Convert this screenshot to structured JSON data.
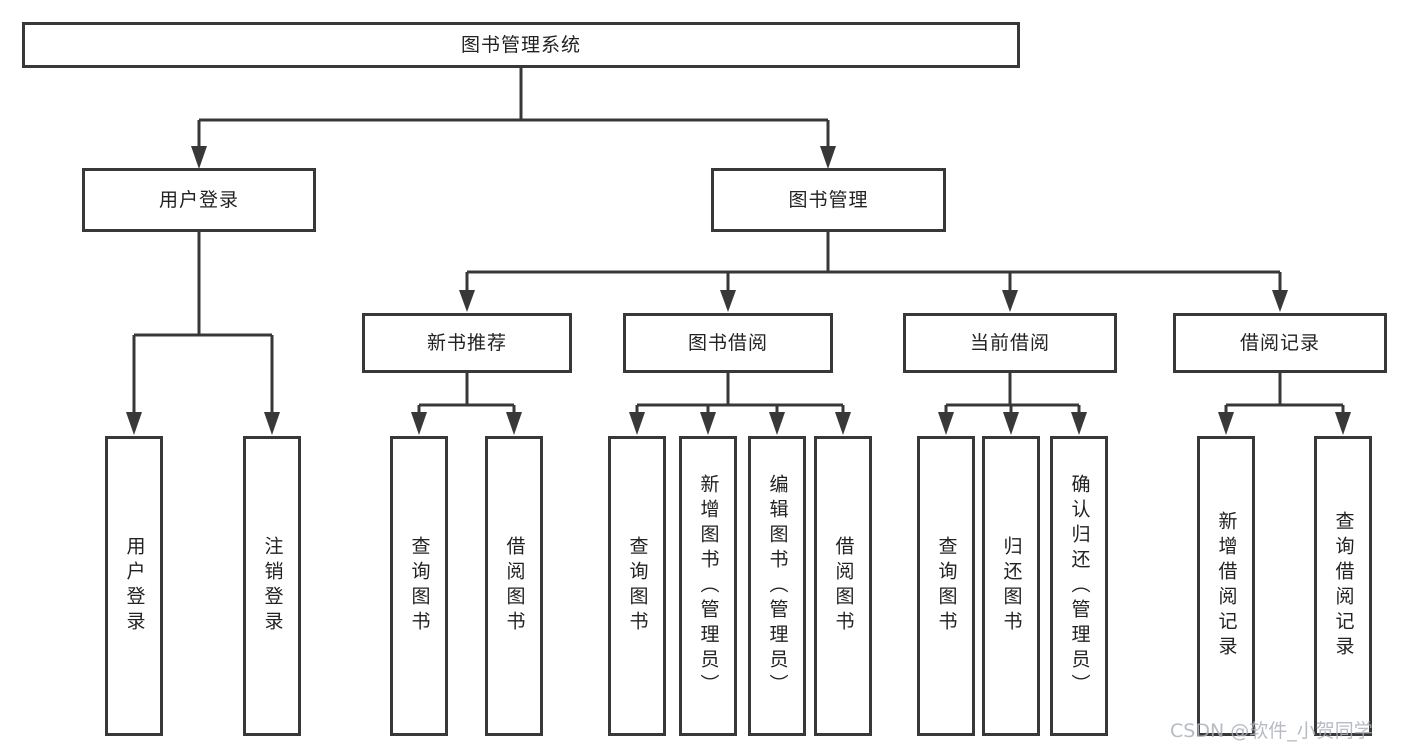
{
  "tree": {
    "label": "图书管理系统",
    "children": [
      {
        "label": "用户登录",
        "children": [
          {
            "label": "用户登录"
          },
          {
            "label": "注销登录"
          }
        ]
      },
      {
        "label": "图书管理",
        "children": [
          {
            "label": "新书推荐",
            "children": [
              {
                "label": "查询图书"
              },
              {
                "label": "借阅图书"
              }
            ]
          },
          {
            "label": "图书借阅",
            "children": [
              {
                "label": "查询图书"
              },
              {
                "label": "新增图书（管理员）"
              },
              {
                "label": "编辑图书（管理员）"
              },
              {
                "label": "借阅图书"
              }
            ]
          },
          {
            "label": "当前借阅",
            "children": [
              {
                "label": "查询图书"
              },
              {
                "label": "归还图书"
              },
              {
                "label": "确认归还（管理员）"
              }
            ]
          },
          {
            "label": "借阅记录",
            "children": [
              {
                "label": "新增借阅记录"
              },
              {
                "label": "查询借阅记录"
              }
            ]
          }
        ]
      }
    ]
  },
  "watermark": {
    "text": "CSDN @软件_小贺同学"
  },
  "colors": {
    "line": "#383838",
    "box_border": "#383838",
    "text": "#222222",
    "watermark": "#aab0ba",
    "background": "#ffffff"
  }
}
